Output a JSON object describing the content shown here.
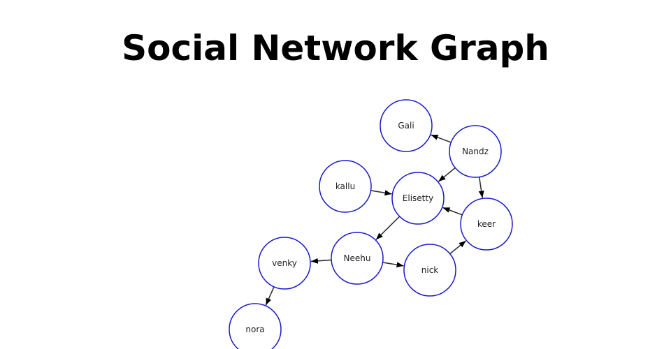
{
  "title": "Social Network Graph",
  "colors": {
    "node_stroke": "#1a1acc",
    "node_fill": "#ffffff",
    "edge": "#333333",
    "label": "#222222"
  },
  "graph": {
    "nodes": [
      {
        "id": "gali",
        "label": "Gali"
      },
      {
        "id": "nandz",
        "label": "Nandz"
      },
      {
        "id": "kallu",
        "label": "kallu"
      },
      {
        "id": "elisetty",
        "label": "Elisetty"
      },
      {
        "id": "keer",
        "label": "keer"
      },
      {
        "id": "neehu",
        "label": "Neehu"
      },
      {
        "id": "venky",
        "label": "venky"
      },
      {
        "id": "nick",
        "label": "nick"
      },
      {
        "id": "nora",
        "label": "nora"
      }
    ],
    "edges": [
      {
        "from": "nandz",
        "to": "gali"
      },
      {
        "from": "nandz",
        "to": "elisetty"
      },
      {
        "from": "nandz",
        "to": "keer"
      },
      {
        "from": "kallu",
        "to": "elisetty"
      },
      {
        "from": "keer",
        "to": "elisetty"
      },
      {
        "from": "elisetty",
        "to": "neehu"
      },
      {
        "from": "neehu",
        "to": "venky"
      },
      {
        "from": "neehu",
        "to": "nick"
      },
      {
        "from": "nick",
        "to": "keer"
      },
      {
        "from": "venky",
        "to": "nora"
      }
    ]
  }
}
